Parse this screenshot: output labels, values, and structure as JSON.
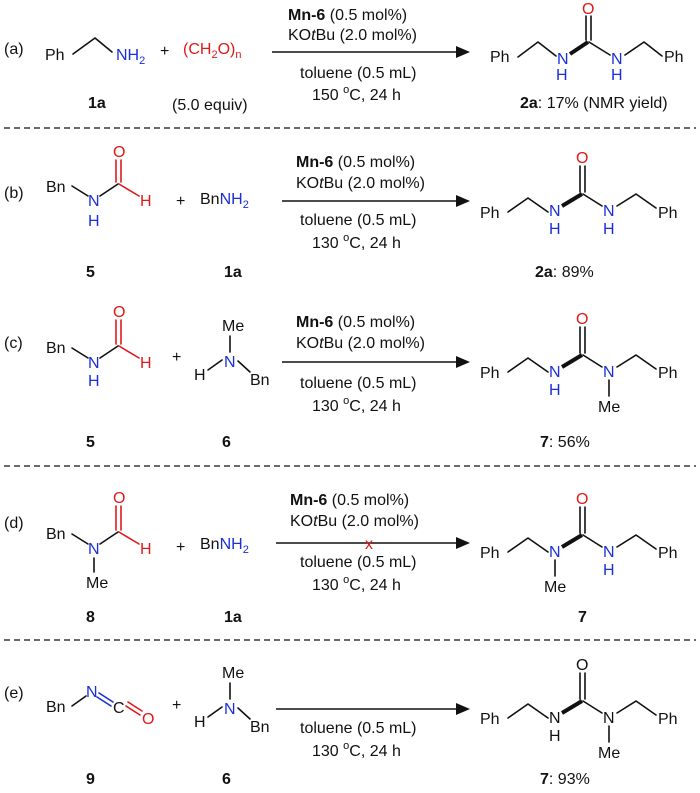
{
  "panels": {
    "a": {
      "label": "(a)",
      "reactant1": {
        "ph": "Ph",
        "nh2": "NH",
        "nh2sub": "2",
        "id": "1a"
      },
      "plus": "+",
      "reactant2": {
        "text_open": "(CH",
        "sub2": "2",
        "text_o": "O)",
        "subn": "n",
        "equiv": "(5.0 equiv)"
      },
      "cond": {
        "cat": "Mn-6",
        "cat_amt": " (0.5 mol%)",
        "base_pre": "KO",
        "base_t": "t",
        "base_post": "Bu (2.0 mol%)",
        "solvent": "toluene (0.5 mL)",
        "temp": "150 ",
        "temp_unit": "o",
        "temp_post": "C, 24 h"
      },
      "product": {
        "ph1": "Ph",
        "ph2": "Ph",
        "o": "O",
        "n1": "N",
        "h1": "H",
        "n2": "N",
        "h2": "H",
        "id": "2a",
        "yield": ": 17% (NMR yield)"
      }
    },
    "b": {
      "label": "(b)",
      "reactant1": {
        "bn": "Bn",
        "n": "N",
        "h_n": "H",
        "o": "O",
        "h_c": "H",
        "id": "5"
      },
      "plus": "+",
      "reactant2": {
        "bn": "Bn",
        "nh": "NH",
        "sub": "2",
        "id": "1a"
      },
      "cond": {
        "cat": "Mn-6",
        "cat_amt": " (0.5 mol%)",
        "base_pre": "KO",
        "base_t": "t",
        "base_post": "Bu (2.0 mol%)",
        "solvent": "toluene (0.5 mL)",
        "temp": "130 ",
        "temp_unit": "o",
        "temp_post": "C, 24 h"
      },
      "product": {
        "ph1": "Ph",
        "ph2": "Ph",
        "o": "O",
        "n1": "N",
        "h1": "H",
        "n2": "N",
        "h2": "H",
        "id": "2a",
        "yield": ": 89%"
      }
    },
    "c": {
      "label": "(c)",
      "reactant1": {
        "bn": "Bn",
        "n": "N",
        "h_n": "H",
        "o": "O",
        "h_c": "H",
        "id": "5"
      },
      "plus": "+",
      "reactant2": {
        "me": "Me",
        "h": "H",
        "n": "N",
        "bn": "Bn",
        "id": "6"
      },
      "cond": {
        "cat": "Mn-6",
        "cat_amt": " (0.5 mol%)",
        "base_pre": "KO",
        "base_t": "t",
        "base_post": "Bu (2.0 mol%)",
        "solvent": "toluene (0.5 mL)",
        "temp": "130 ",
        "temp_unit": "o",
        "temp_post": "C, 24 h"
      },
      "product": {
        "ph1": "Ph",
        "ph2": "Ph",
        "o": "O",
        "n1": "N",
        "h1": "H",
        "n2": "N",
        "me": "Me",
        "id": "7",
        "yield": ": 56%"
      }
    },
    "d": {
      "label": "(d)",
      "reactant1": {
        "bn": "Bn",
        "n": "N",
        "me": "Me",
        "o": "O",
        "h_c": "H",
        "id": "8"
      },
      "plus": "+",
      "reactant2": {
        "bn": "Bn",
        "nh": "NH",
        "sub": "2",
        "id": "1a"
      },
      "cond": {
        "cat": "Mn-6",
        "cat_amt": " (0.5 mol%)",
        "base_pre": "KO",
        "base_t": "t",
        "base_post": "Bu (2.0 mol%)",
        "solvent": "toluene (0.5 mL)",
        "temp": "130 ",
        "temp_unit": "o",
        "temp_post": "C, 24 h",
        "no_reaction": "x"
      },
      "product": {
        "ph1": "Ph",
        "ph2": "Ph",
        "o": "O",
        "n1": "N",
        "me": "Me",
        "n2": "N",
        "h2": "H",
        "id": "7"
      }
    },
    "e": {
      "label": "(e)",
      "reactant1": {
        "bn": "Bn",
        "n": "N",
        "c": "C",
        "o": "O",
        "id": "9"
      },
      "plus": "+",
      "reactant2": {
        "me": "Me",
        "h": "H",
        "n": "N",
        "bn": "Bn",
        "id": "6"
      },
      "cond": {
        "solvent": "toluene (0.5 mL)",
        "temp": "130 ",
        "temp_unit": "o",
        "temp_post": "C, 24 h"
      },
      "product": {
        "ph1": "Ph",
        "ph2": "Ph",
        "o": "O",
        "n1": "N",
        "h1": "H",
        "n2": "N",
        "me": "Me",
        "id": "7",
        "yield": ": 93%"
      }
    }
  }
}
